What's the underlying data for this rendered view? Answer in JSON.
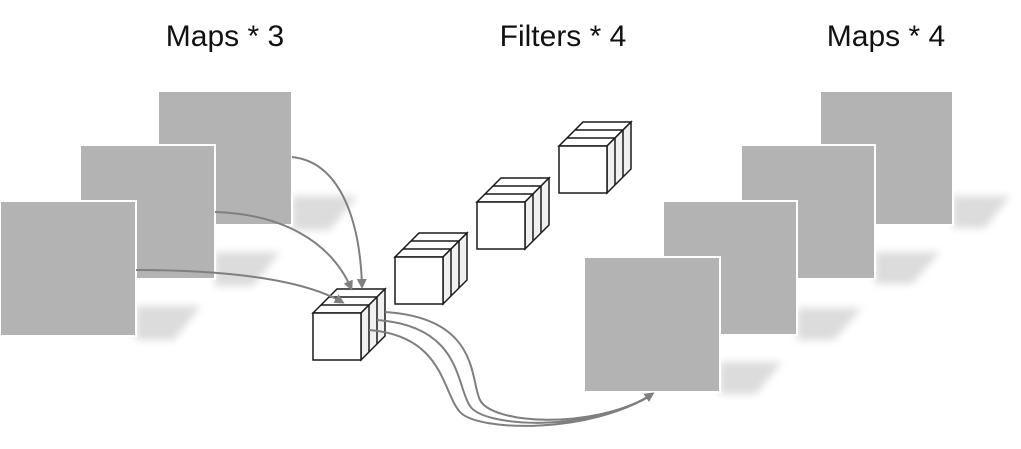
{
  "titles": {
    "input_maps": "Maps * 3",
    "filters": "Filters * 4",
    "output_maps": "Maps * 4"
  },
  "structure": {
    "input_map_count": 3,
    "filter_count": 4,
    "output_map_count": 4,
    "cubes_per_filter": 3
  },
  "colors": {
    "map_fill": "#b3b3b3",
    "map_border": "#ffffff",
    "shadow": "#dcdcdc",
    "cube_face": "#ffffff",
    "cube_side": "#f0f0f0",
    "cube_stroke": "#1a1a1a",
    "arrow": "#7f7f7f"
  }
}
